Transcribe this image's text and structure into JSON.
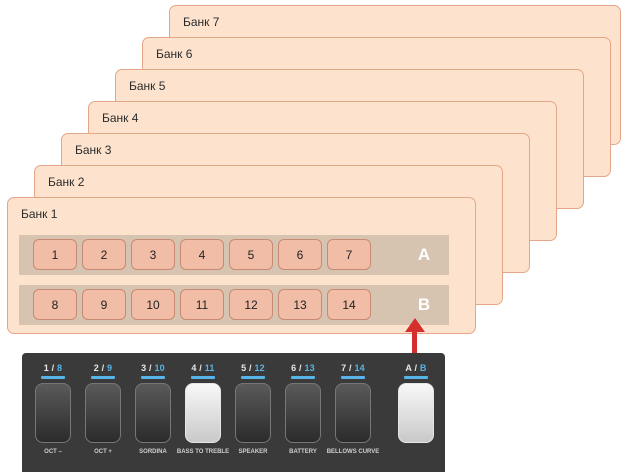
{
  "banks": [
    {
      "label": "Банк 7"
    },
    {
      "label": "Банк 6"
    },
    {
      "label": "Банк 5"
    },
    {
      "label": "Банк 4"
    },
    {
      "label": "Банк 3"
    },
    {
      "label": "Банк 2"
    },
    {
      "label": "Банк 1"
    }
  ],
  "bank1": {
    "row_a": {
      "cells": [
        "1",
        "2",
        "3",
        "4",
        "5",
        "6",
        "7"
      ],
      "letter": "A"
    },
    "row_b": {
      "cells": [
        "8",
        "9",
        "10",
        "11",
        "12",
        "13",
        "14"
      ],
      "letter": "B"
    }
  },
  "pedals": [
    {
      "top_a": "1",
      "top_b": "8",
      "bottom": "OCT –",
      "light": false
    },
    {
      "top_a": "2",
      "top_b": "9",
      "bottom": "OCT +",
      "light": false
    },
    {
      "top_a": "3",
      "top_b": "10",
      "bottom": "SORDINA",
      "light": false
    },
    {
      "top_a": "4",
      "top_b": "11",
      "bottom": "BASS TO TREBLE",
      "light": true
    },
    {
      "top_a": "5",
      "top_b": "12",
      "bottom": "SPEAKER",
      "light": false
    },
    {
      "top_a": "6",
      "top_b": "13",
      "bottom": "BATTERY",
      "light": false
    },
    {
      "top_a": "7",
      "top_b": "14",
      "bottom": "BELLOWS CURVE",
      "light": false
    },
    {
      "top_a": "A",
      "top_b": "B",
      "bottom": "",
      "light": true
    }
  ],
  "colors": {
    "arrow": "#d42f2c",
    "bank_fill": "#fde3cd",
    "cell_fill": "#f2bda6",
    "accent_blue": "#58b4e6"
  }
}
